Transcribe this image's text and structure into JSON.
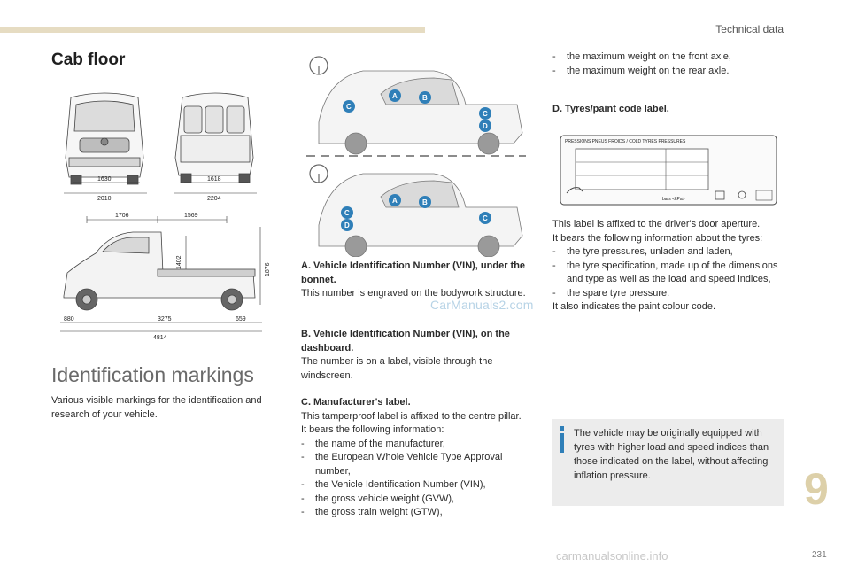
{
  "header": {
    "section": "Technical data"
  },
  "title": "Cab floor",
  "dimensions": {
    "front_inner": "1630",
    "front_outer": "2010",
    "rear_inner": "1618",
    "rear_outer": "2204",
    "side_top_left": "1706",
    "side_top_right": "1569",
    "side_height_cab": "1402",
    "side_height_total": "1876",
    "side_front_overhang": "880",
    "side_wheelbase": "3275",
    "side_rear_overhang": "659",
    "side_total_length": "4814"
  },
  "identification": {
    "heading": "Identification markings",
    "intro": "Various visible markings for the identification and research of your vehicle."
  },
  "labels": {
    "a": "A",
    "b": "B",
    "c": "C",
    "d": "D"
  },
  "section_a": {
    "title": "A. Vehicle Identification Number (VIN), under the bonnet.",
    "text": "This number is engraved on the bodywork structure."
  },
  "section_b": {
    "title": "B. Vehicle Identification Number (VIN), on the dashboard.",
    "text": "The number is on a label, visible through the windscreen."
  },
  "section_c": {
    "title": "C. Manufacturer's label.",
    "text1": "This tamperproof label is affixed to the centre pillar.",
    "text2": "It bears the following information:",
    "items": [
      "the name of the manufacturer,",
      "the European Whole Vehicle Type Approval number,",
      "the Vehicle Identification Number (VIN),",
      "the gross vehicle weight (GVW),",
      "the gross train weight (GTW),"
    ],
    "items_continued": [
      "the maximum weight on the front axle,",
      "the maximum weight on the rear axle."
    ]
  },
  "section_d": {
    "title": "D. Tyres/paint code label.",
    "label_header": "PRESSIONS PNEUS FROIDS / COLD TYRES PRESSURES",
    "label_units": "bars <kPa>",
    "text1": "This label is affixed to the driver's door aperture.",
    "text2": "It bears the following information about the tyres:",
    "items": [
      "the tyre pressures, unladen and laden,",
      "the tyre specification, made up of the dimensions and type as well as the load and speed indices,",
      "the spare tyre pressure."
    ],
    "text3": "It also indicates the paint colour code."
  },
  "info_box": "The vehicle may be originally equipped with tyres with higher load and speed indices than those indicated on the label, without affecting inflation pressure.",
  "watermark": "CarManuals2.com",
  "chapter_number": "9",
  "page_number": "231",
  "footer_watermark": "carmanualsonline.info",
  "colors": {
    "accent": "#e6dcc2",
    "badge_blue": "#2f7fb8",
    "chapter": "#ddd0a9",
    "info_icon": "#2f7fb8"
  }
}
